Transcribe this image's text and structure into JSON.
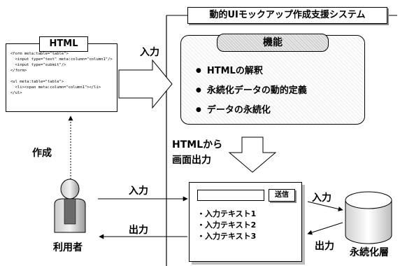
{
  "html_box": {
    "label": "HTML",
    "code_lines": [
      "<form meta:table=\"table\">",
      "  <input type=\"text\" meta:column=\"column1\"/>",
      "  <input type=\"submit\"/>",
      "</form>",
      "",
      "<ul meta:table=\"table\">",
      "  <li><span meta:column=\"column1\"></li>",
      "</ul>"
    ]
  },
  "labels": {
    "input_top": "入力",
    "create": "作成",
    "user_input": "入力",
    "user_output": "出力",
    "user": "利用者",
    "html_to_screen_1": "HTMLから",
    "html_to_screen_2": "画面出力",
    "db_input": "入力",
    "db_output": "出力",
    "db": "永続化層"
  },
  "system": {
    "title": "動的UIモックアップ作成支援システム"
  },
  "functions": {
    "title": "機能",
    "items": [
      "HTMLの解釈",
      "永続化データの動的定義",
      "データの永続化"
    ]
  },
  "screen": {
    "submit_label": "送信",
    "items": [
      "入力テキスト1",
      "入力テキスト2",
      "入力テキスト3"
    ]
  }
}
